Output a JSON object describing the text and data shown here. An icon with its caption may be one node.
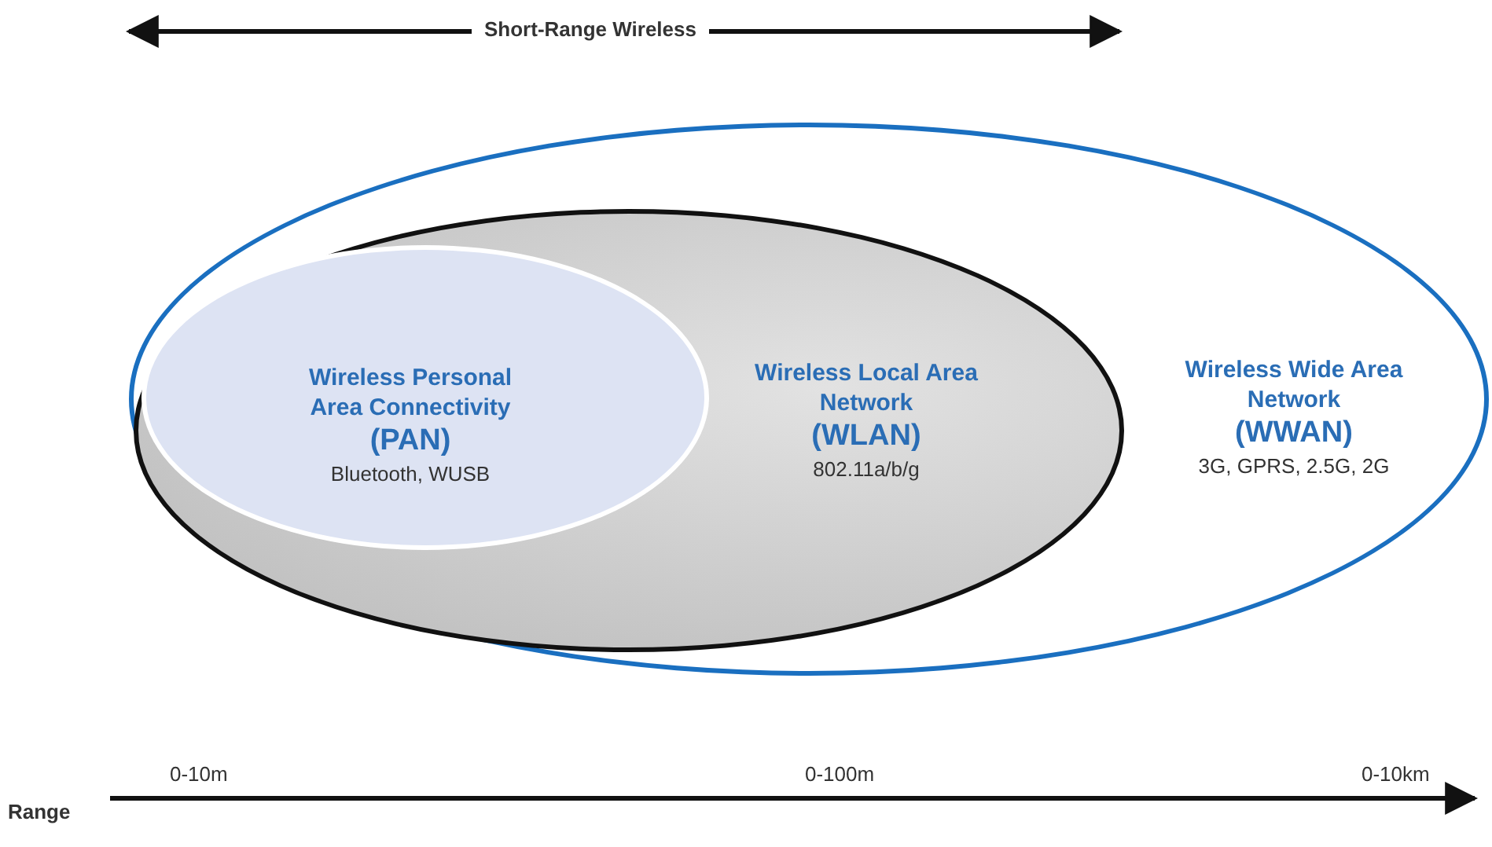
{
  "diagram": {
    "nodes": [
      {
        "text": [
          "Wireless Wide Area Network",
          "(WWAN)",
          "3G, GPRS, 2.5G, 2G"
        ]
      },
      {
        "text": [
          "Wireless Local Area Network",
          "(WLAN)",
          "802.11a/b/g"
        ],
        "in": 0
      },
      {
        "text": [
          "Wireless Personal Area Connectivity",
          "(PAN)",
          "Bluetooth, WUSB"
        ],
        "in": 1
      }
    ],
    "edges": [],
    "labels": [
      "Short-Range Wireless",
      "Range",
      "0-10m",
      "0-100m",
      "0-10km"
    ]
  }
}
